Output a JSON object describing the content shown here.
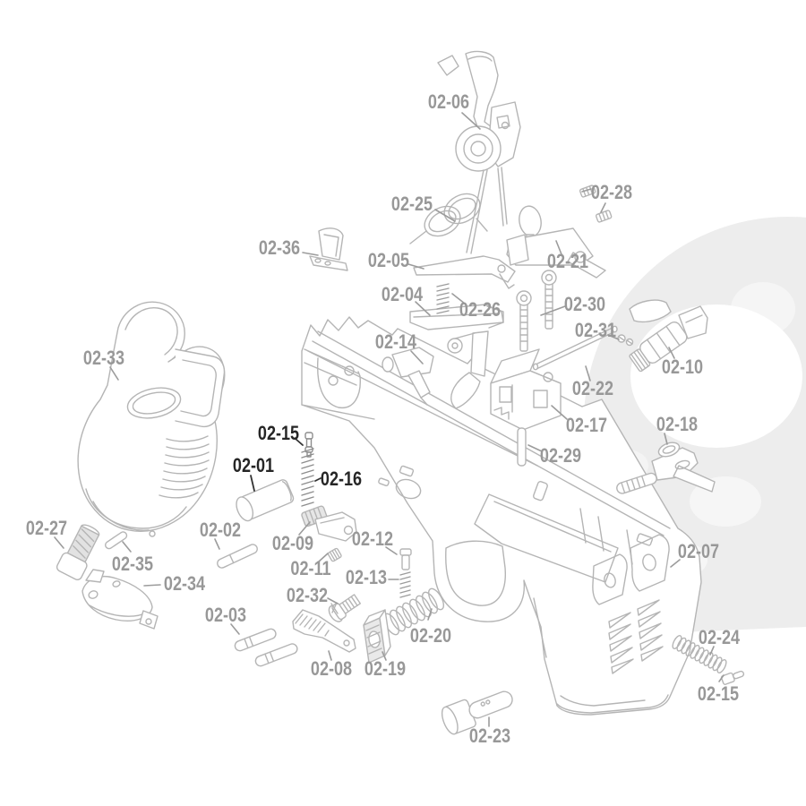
{
  "diagram": {
    "kind": "exploded-parts-diagram",
    "colors": {
      "background": "#ffffff",
      "label_gray": "#989898",
      "label_black": "#262626",
      "line_art": "#b5b5b5",
      "watermark": "#ededed"
    }
  },
  "labels": [
    {
      "text": "02-06"
    },
    {
      "text": "02-25"
    },
    {
      "text": "02-28"
    },
    {
      "text": "02-36"
    },
    {
      "text": "02-05"
    },
    {
      "text": "02-21"
    },
    {
      "text": "02-04"
    },
    {
      "text": "02-26"
    },
    {
      "text": "02-30"
    },
    {
      "text": "02-31"
    },
    {
      "text": "02-14"
    },
    {
      "text": "02-10"
    },
    {
      "text": "02-22"
    },
    {
      "text": "02-33"
    },
    {
      "text": "02-17"
    },
    {
      "text": "02-18"
    },
    {
      "text": "02-29"
    },
    {
      "text": "02-15"
    },
    {
      "text": "02-01"
    },
    {
      "text": "02-16"
    },
    {
      "text": "02-27"
    },
    {
      "text": "02-02"
    },
    {
      "text": "02-35"
    },
    {
      "text": "02-09"
    },
    {
      "text": "02-12"
    },
    {
      "text": "02-07"
    },
    {
      "text": "02-34"
    },
    {
      "text": "02-11"
    },
    {
      "text": "02-13"
    },
    {
      "text": "02-32"
    },
    {
      "text": "02-03"
    },
    {
      "text": "02-20"
    },
    {
      "text": "02-24"
    },
    {
      "text": "02-08"
    },
    {
      "text": "02-19"
    },
    {
      "text": "02-15"
    },
    {
      "text": "02-23"
    }
  ]
}
